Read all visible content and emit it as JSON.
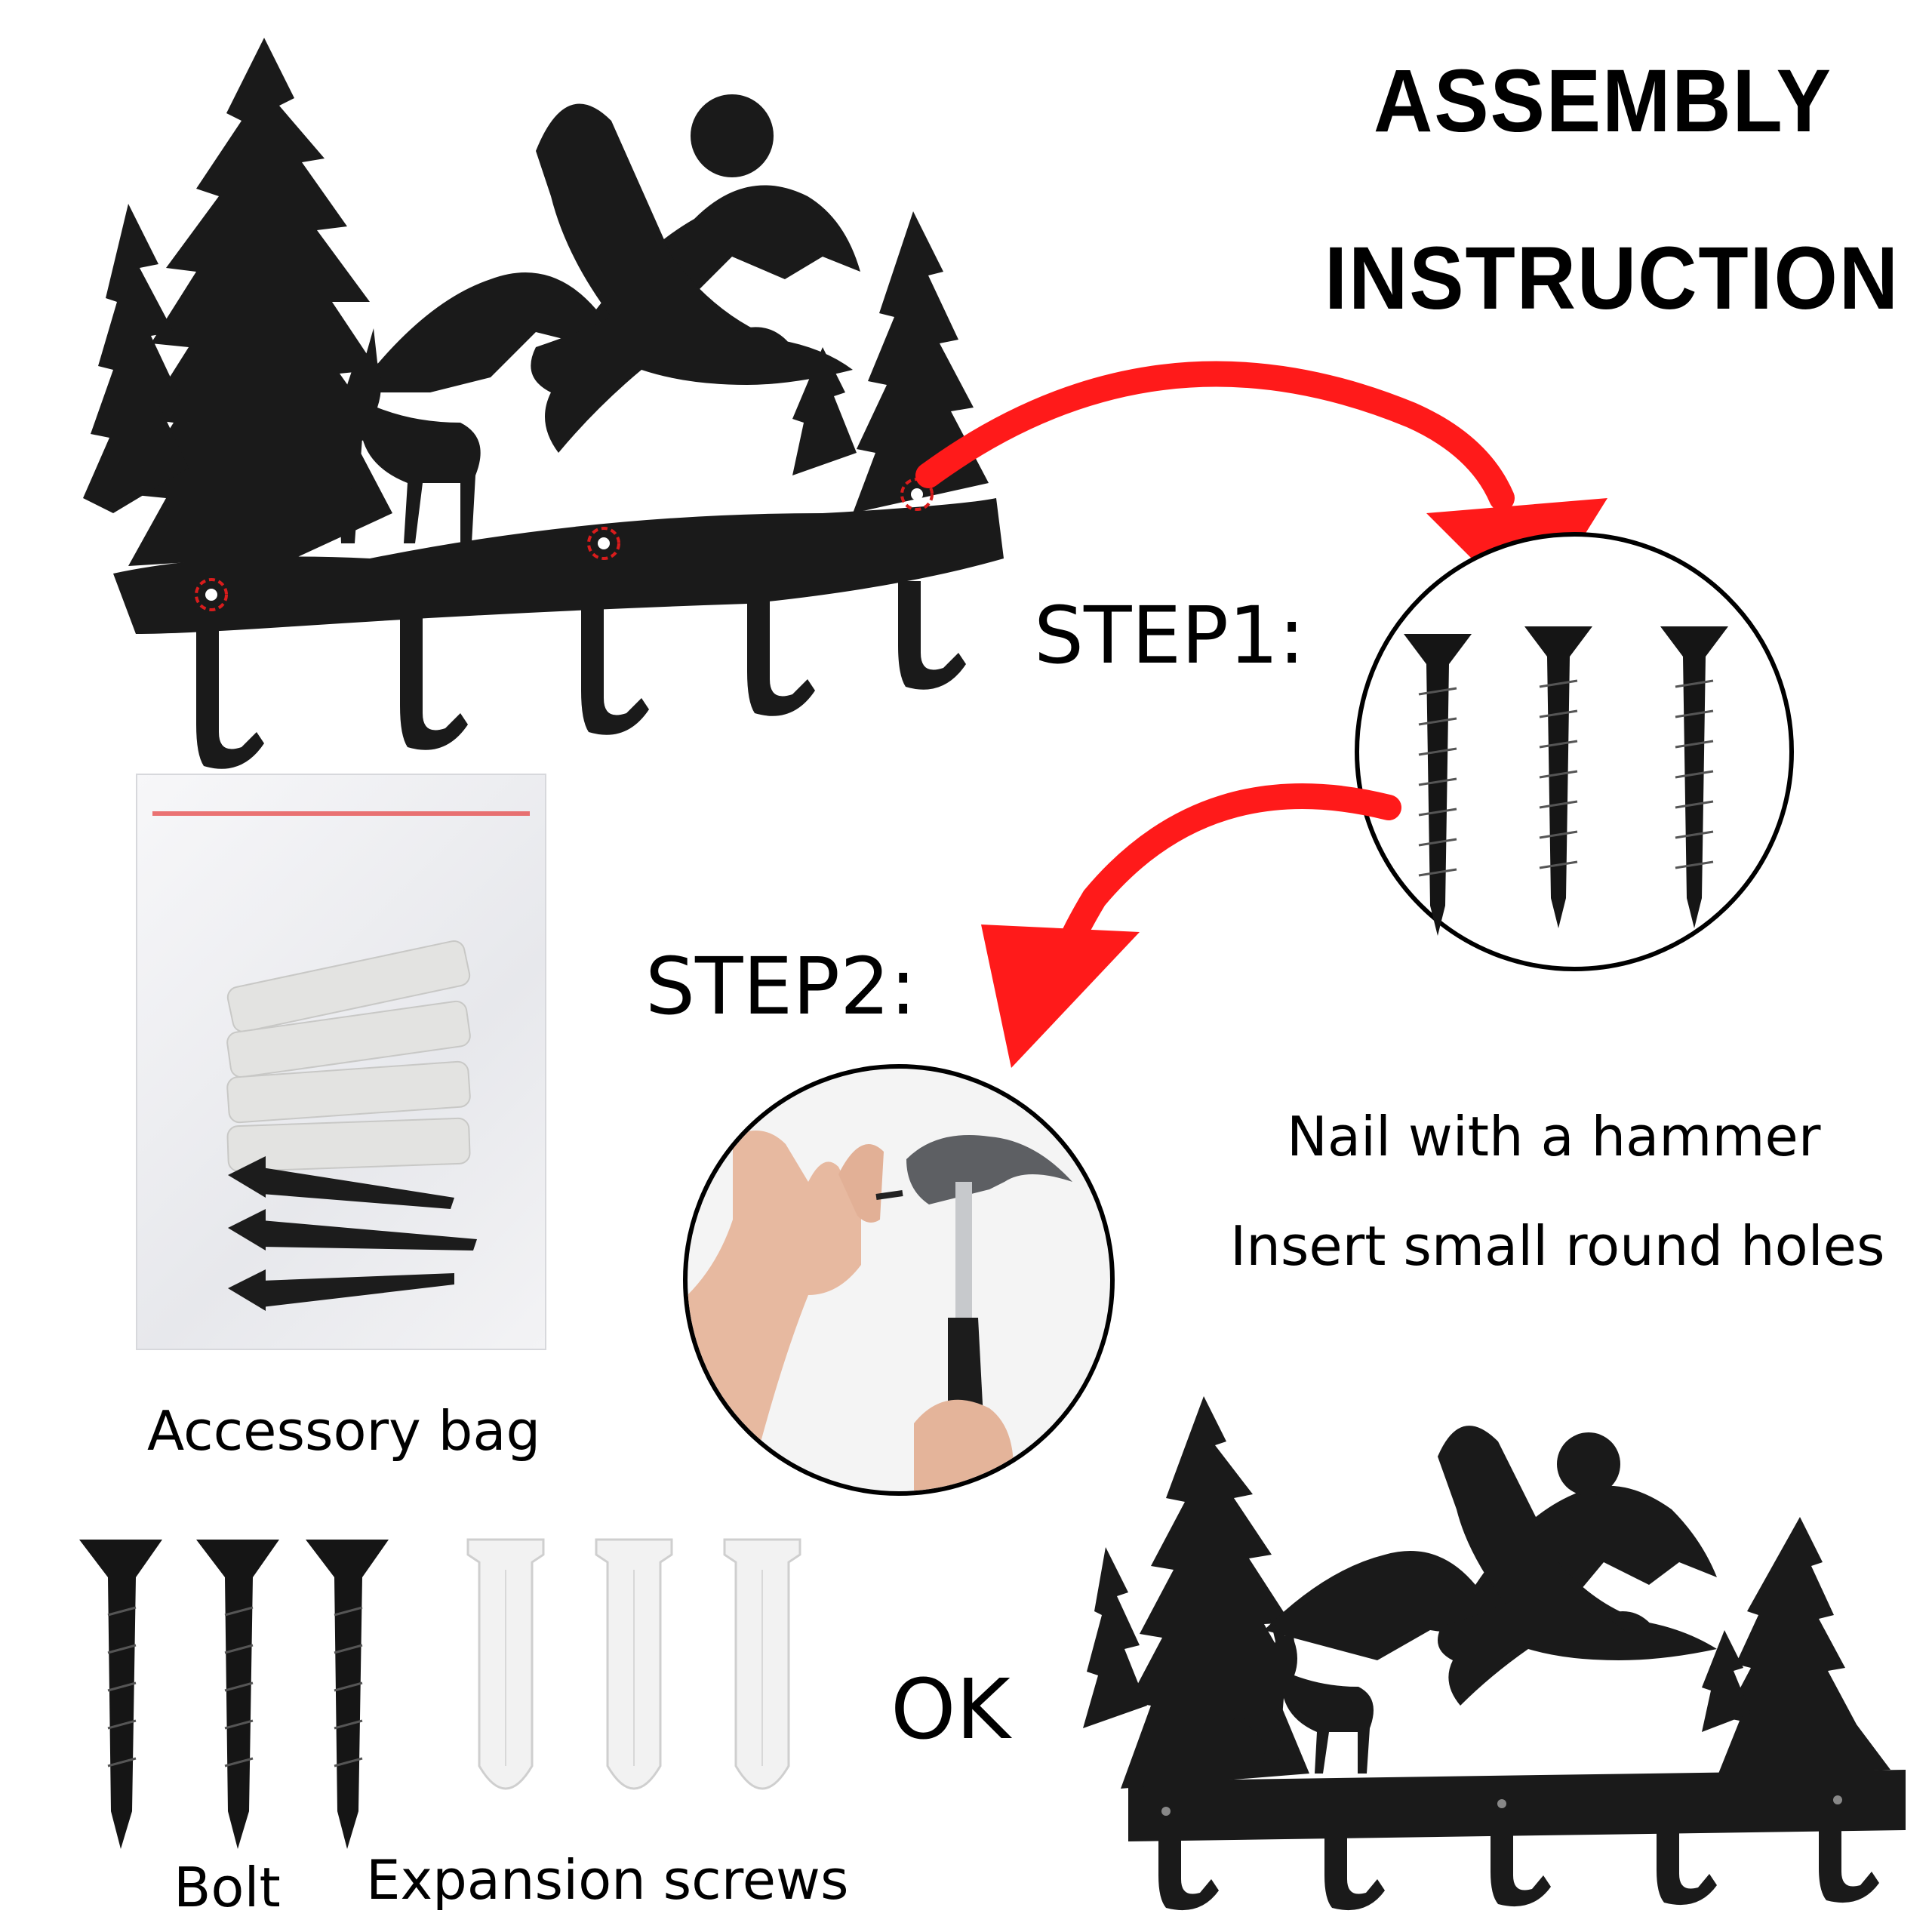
{
  "title": {
    "line1": "ASSEMBLY",
    "line2": "INSTRUCTION"
  },
  "steps": {
    "step1": "STEP1:",
    "step2": "STEP2:"
  },
  "instructions": {
    "line1": "Nail with a hammer",
    "line2": "Insert small round holes"
  },
  "labels": {
    "accessory_bag": "Accessory bag",
    "bolt": "Bolt",
    "expansion_screws": "Expansion screws",
    "ok": "OK"
  },
  "colors": {
    "arrow": "#ff1a1a",
    "rack": "#1a1a1a",
    "highlight": "#d91c1c",
    "anchor": "#f2f2f2"
  },
  "icons": {
    "rack": "wall-hook-rack-forest-eagle-deer",
    "screws": "screw-icon",
    "anchors": "wall-anchor-icon",
    "hammer": "hammer-icon"
  }
}
